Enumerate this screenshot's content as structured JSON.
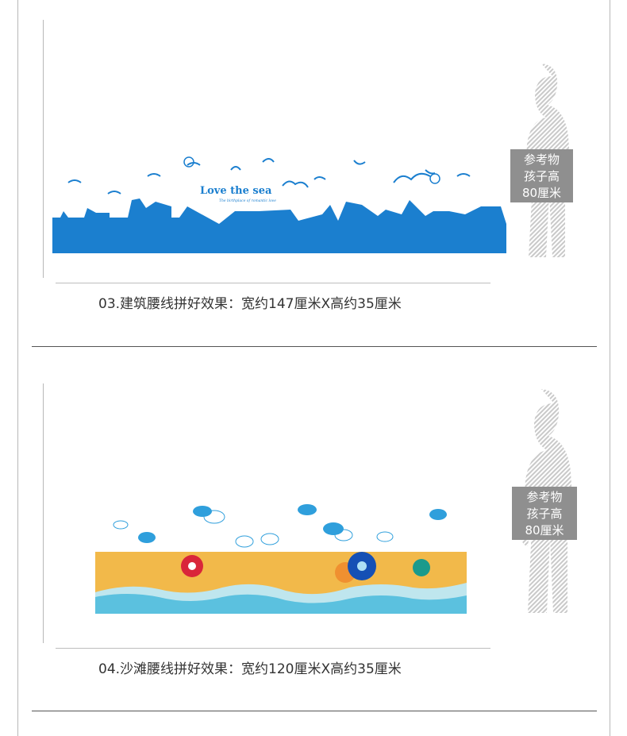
{
  "sections": [
    {
      "banner_title": "Love the sea",
      "banner_subtitle": "The birthplace of romantic love",
      "caption": "03.建筑腰线拼好效果：宽约147厘米X高约35厘米",
      "reference_label": [
        "参考物",
        "孩子高",
        "80厘米"
      ]
    },
    {
      "caption": "04.沙滩腰线拼好效果：宽约120厘米X高约35厘米",
      "reference_label": [
        "参考物",
        "孩子高",
        "80厘米"
      ]
    }
  ],
  "colors": {
    "sea_blue": "#1b7fcf",
    "sand": "#f2b94a",
    "water": "#5bc1df",
    "label_gray": "#8f8f8f"
  }
}
